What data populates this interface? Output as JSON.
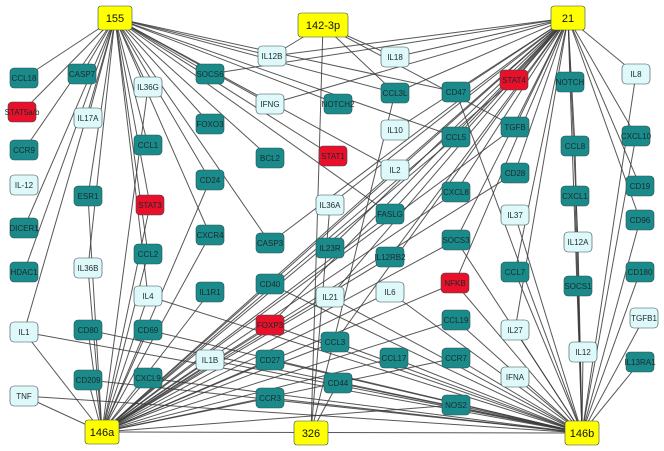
{
  "colors": {
    "hub": "#ffff00",
    "teal": "#1b8a8a",
    "light": "#dff8fa",
    "red": "#e8102a",
    "edge": "#3a3a3a"
  },
  "nodes": [
    {
      "id": "155",
      "label": "155",
      "kind": "hub"
    },
    {
      "id": "142-3p",
      "label": "142-3p",
      "kind": "hub"
    },
    {
      "id": "21",
      "label": "21",
      "kind": "hub"
    },
    {
      "id": "146a",
      "label": "146a",
      "kind": "hub"
    },
    {
      "id": "326",
      "label": "326",
      "kind": "hub"
    },
    {
      "id": "146b",
      "label": "146b",
      "kind": "hub"
    },
    {
      "id": "CCL18",
      "label": "CCL18",
      "kind": "teal"
    },
    {
      "id": "CASP7",
      "label": "CASP7",
      "kind": "teal"
    },
    {
      "id": "SOCS6",
      "label": "SOCS6",
      "kind": "teal"
    },
    {
      "id": "FOXO3",
      "label": "FOXO3",
      "kind": "teal"
    },
    {
      "id": "CCR9",
      "label": "CCR9",
      "kind": "teal"
    },
    {
      "id": "CCL1",
      "label": "CCL1",
      "kind": "teal"
    },
    {
      "id": "ESR1",
      "label": "ESR1",
      "kind": "teal"
    },
    {
      "id": "CD24",
      "label": "CD24",
      "kind": "teal"
    },
    {
      "id": "BCL2",
      "label": "BCL2",
      "kind": "teal"
    },
    {
      "id": "DICER1",
      "label": "DICER1",
      "kind": "teal"
    },
    {
      "id": "CXCR4",
      "label": "CXCR4",
      "kind": "teal"
    },
    {
      "id": "CASP3",
      "label": "CASP3",
      "kind": "teal"
    },
    {
      "id": "CCL2",
      "label": "CCL2",
      "kind": "teal"
    },
    {
      "id": "HDAC1",
      "label": "HDAC1",
      "kind": "teal"
    },
    {
      "id": "IL1R1",
      "label": "IL1R1",
      "kind": "teal"
    },
    {
      "id": "CD40",
      "label": "CD40",
      "kind": "teal"
    },
    {
      "id": "CD80",
      "label": "CD80",
      "kind": "teal"
    },
    {
      "id": "CD69",
      "label": "CD69",
      "kind": "teal"
    },
    {
      "id": "CD209",
      "label": "CD209",
      "kind": "teal"
    },
    {
      "id": "CXCL9",
      "label": "CXCL9",
      "kind": "teal"
    },
    {
      "id": "CD27",
      "label": "CD27",
      "kind": "teal"
    },
    {
      "id": "CCR3",
      "label": "CCR3",
      "kind": "teal"
    },
    {
      "id": "NOTCH2",
      "label": "NOTCH2",
      "kind": "teal"
    },
    {
      "id": "CCL3L",
      "label": "CCL3L",
      "kind": "teal"
    },
    {
      "id": "CD47",
      "label": "CD47",
      "kind": "teal"
    },
    {
      "id": "IL23R",
      "label": "IL23R",
      "kind": "teal"
    },
    {
      "id": "FASLG",
      "label": "FASLG",
      "kind": "teal"
    },
    {
      "id": "IL12RB2",
      "label": "IL12RB2",
      "kind": "teal"
    },
    {
      "id": "CCL3",
      "label": "CCL3",
      "kind": "teal"
    },
    {
      "id": "CCL17",
      "label": "CCL17",
      "kind": "teal"
    },
    {
      "id": "CD44",
      "label": "CD44",
      "kind": "teal"
    },
    {
      "id": "CCL5",
      "label": "CCL5",
      "kind": "teal"
    },
    {
      "id": "CXCL8",
      "label": "CXCL8",
      "kind": "teal"
    },
    {
      "id": "SOCS3",
      "label": "SOCS3",
      "kind": "teal"
    },
    {
      "id": "CCL19",
      "label": "CCL19",
      "kind": "teal"
    },
    {
      "id": "CCR7",
      "label": "CCR7",
      "kind": "teal"
    },
    {
      "id": "NOS2",
      "label": "NOS2",
      "kind": "teal"
    },
    {
      "id": "NOTCH",
      "label": "NOTCH",
      "kind": "teal"
    },
    {
      "id": "TGFB",
      "label": "TGFB",
      "kind": "teal"
    },
    {
      "id": "CD28",
      "label": "CD28",
      "kind": "teal"
    },
    {
      "id": "CCL7",
      "label": "CCL7",
      "kind": "teal"
    },
    {
      "id": "CCL8",
      "label": "CCL8",
      "kind": "teal"
    },
    {
      "id": "CXCL1",
      "label": "CXCL1",
      "kind": "teal"
    },
    {
      "id": "SOCS1",
      "label": "SOCS1",
      "kind": "teal"
    },
    {
      "id": "CXCL10",
      "label": "CXCL10",
      "kind": "teal"
    },
    {
      "id": "CD19",
      "label": "CD19",
      "kind": "teal"
    },
    {
      "id": "CD96",
      "label": "CD96",
      "kind": "teal"
    },
    {
      "id": "CD180",
      "label": "CD180",
      "kind": "teal"
    },
    {
      "id": "IL13RA1",
      "label": "IL13RA1",
      "kind": "teal"
    },
    {
      "id": "IL36G",
      "label": "IL36G",
      "kind": "light"
    },
    {
      "id": "IL17A",
      "label": "IL17A",
      "kind": "light"
    },
    {
      "id": "IL-12",
      "label": "IL-12",
      "kind": "light"
    },
    {
      "id": "IL12B",
      "label": "IL12B",
      "kind": "light"
    },
    {
      "id": "IFNG",
      "label": "IFNG",
      "kind": "light"
    },
    {
      "id": "IL36B",
      "label": "IL36B",
      "kind": "light"
    },
    {
      "id": "IL4",
      "label": "IL4",
      "kind": "light"
    },
    {
      "id": "IL1",
      "label": "IL1",
      "kind": "light"
    },
    {
      "id": "TNF",
      "label": "TNF",
      "kind": "light"
    },
    {
      "id": "IL1B",
      "label": "IL1B",
      "kind": "light"
    },
    {
      "id": "IL18",
      "label": "IL18",
      "kind": "light"
    },
    {
      "id": "IL10",
      "label": "IL10",
      "kind": "light"
    },
    {
      "id": "IL2",
      "label": "IL2",
      "kind": "light"
    },
    {
      "id": "IL36A",
      "label": "IL36A",
      "kind": "light"
    },
    {
      "id": "IL21",
      "label": "IL21",
      "kind": "light"
    },
    {
      "id": "IL6",
      "label": "IL6",
      "kind": "light"
    },
    {
      "id": "IL37",
      "label": "IL37",
      "kind": "light"
    },
    {
      "id": "IL12A",
      "label": "IL12A",
      "kind": "light"
    },
    {
      "id": "IL27",
      "label": "IL27",
      "kind": "light"
    },
    {
      "id": "IFNA",
      "label": "IFNA",
      "kind": "light"
    },
    {
      "id": "IL12",
      "label": "IL12",
      "kind": "light"
    },
    {
      "id": "IL8",
      "label": "IL8",
      "kind": "light"
    },
    {
      "id": "TGFB1",
      "label": "TGFB1",
      "kind": "light"
    },
    {
      "id": "STAT5ab",
      "label": "STAT5a/b",
      "kind": "red"
    },
    {
      "id": "STAT3",
      "label": "STAT3",
      "kind": "red"
    },
    {
      "id": "STAT1",
      "label": "STAT1",
      "kind": "red"
    },
    {
      "id": "STAT4",
      "label": "STAT4",
      "kind": "red"
    },
    {
      "id": "NFKB",
      "label": "NFKB",
      "kind": "red"
    },
    {
      "id": "FOXP3",
      "label": "FOXP3",
      "kind": "red"
    }
  ],
  "edges": [
    [
      "155",
      "CCL18"
    ],
    [
      "155",
      "CASP7"
    ],
    [
      "155",
      "SOCS6"
    ],
    [
      "155",
      "FOXO3"
    ],
    [
      "155",
      "IL36G"
    ],
    [
      "155",
      "IL12B"
    ],
    [
      "155",
      "IFNG"
    ],
    [
      "155",
      "NOTCH2"
    ],
    [
      "155",
      "CCL3L"
    ],
    [
      "155",
      "STAT1"
    ],
    [
      "155",
      "CCL1"
    ],
    [
      "155",
      "STAT3"
    ],
    [
      "155",
      "CD24"
    ],
    [
      "155",
      "ESR1"
    ],
    [
      "155",
      "CCR9"
    ],
    [
      "155",
      "STAT5ab"
    ],
    [
      "155",
      "IL17A"
    ],
    [
      "155",
      "DICER1"
    ],
    [
      "155",
      "CXCR4"
    ],
    [
      "155",
      "BCL2"
    ],
    [
      "155",
      "IL2"
    ],
    [
      "155",
      "CCL5"
    ],
    [
      "155",
      "IL1"
    ],
    [
      "155",
      "CCL2"
    ],
    [
      "155",
      "CASP3"
    ],
    [
      "155",
      "HDAC1"
    ],
    [
      "155",
      "IL36B"
    ],
    [
      "155",
      "IL4"
    ],
    [
      "155",
      "CD47"
    ],
    [
      "155",
      "FASLG"
    ],
    [
      "142-3p",
      "326"
    ],
    [
      "142-3p",
      "IL12B"
    ],
    [
      "142-3p",
      "IL18"
    ],
    [
      "142-3p",
      "CCL3L"
    ],
    [
      "142-3p",
      "TGFB"
    ],
    [
      "21",
      "IL18"
    ],
    [
      "21",
      "CCL3L"
    ],
    [
      "21",
      "CD47"
    ],
    [
      "21",
      "STAT4"
    ],
    [
      "21",
      "NOTCH"
    ],
    [
      "21",
      "IL8"
    ],
    [
      "21",
      "CXCL10"
    ],
    [
      "21",
      "TGFB"
    ],
    [
      "21",
      "CD28"
    ],
    [
      "21",
      "CCL8"
    ],
    [
      "21",
      "CCL5"
    ],
    [
      "21",
      "IL10"
    ],
    [
      "21",
      "IL2"
    ],
    [
      "21",
      "CXCL8"
    ],
    [
      "21",
      "FASLG"
    ],
    [
      "21",
      "SOCS3"
    ],
    [
      "21",
      "IL12RB2"
    ],
    [
      "21",
      "IL36A"
    ],
    [
      "21",
      "IL23R"
    ],
    [
      "21",
      "CD40"
    ],
    [
      "21",
      "IL21"
    ],
    [
      "21",
      "CCL7"
    ],
    [
      "21",
      "NFKB"
    ],
    [
      "21",
      "CCL3"
    ],
    [
      "21",
      "FOXP3"
    ],
    [
      "21",
      "IL12A"
    ],
    [
      "21",
      "CD19"
    ],
    [
      "21",
      "CD96"
    ],
    [
      "21",
      "IL27"
    ],
    [
      "21",
      "CASP3"
    ],
    [
      "21",
      "SOCS6"
    ],
    [
      "21",
      "IL12B"
    ],
    [
      "21",
      "IFNG"
    ],
    [
      "146a",
      "TNF"
    ],
    [
      "146a",
      "IL1"
    ],
    [
      "146a",
      "CD209"
    ],
    [
      "146a",
      "CD80"
    ],
    [
      "146a",
      "CD69"
    ],
    [
      "146a",
      "CXCL9"
    ],
    [
      "146a",
      "IL4"
    ],
    [
      "146a",
      "IL1B"
    ],
    [
      "146a",
      "CD27"
    ],
    [
      "146a",
      "CCR3"
    ],
    [
      "146a",
      "IL1R1"
    ],
    [
      "146a",
      "CCL2"
    ],
    [
      "146a",
      "CXCR4"
    ],
    [
      "146a",
      "ESR1"
    ],
    [
      "146a",
      "IL36B"
    ],
    [
      "146a",
      "CD40"
    ],
    [
      "146a",
      "FOXP3"
    ],
    [
      "146a",
      "IL21"
    ],
    [
      "146a",
      "CCL3"
    ],
    [
      "146a",
      "IL6"
    ],
    [
      "146a",
      "NFKB"
    ],
    [
      "146a",
      "SOCS3"
    ],
    [
      "146a",
      "CXCL8"
    ],
    [
      "146a",
      "CCL5"
    ],
    [
      "146a",
      "CD28"
    ],
    [
      "146a",
      "TGFB"
    ],
    [
      "146a",
      "STAT4"
    ],
    [
      "146a",
      "IL2"
    ],
    [
      "146a",
      "FASLG"
    ],
    [
      "146a",
      "IL12RB2"
    ],
    [
      "146a",
      "CCL17"
    ],
    [
      "146a",
      "CCL19"
    ],
    [
      "146a",
      "CCR7"
    ],
    [
      "146a",
      "NOS2"
    ],
    [
      "146a",
      "146b"
    ],
    [
      "146a",
      "STAT3"
    ],
    [
      "146a",
      "IL36G"
    ],
    [
      "146a",
      "CD24"
    ],
    [
      "326",
      "IL36A"
    ],
    [
      "326",
      "CD44"
    ],
    [
      "326",
      "CCL3L"
    ],
    [
      "146b",
      "IL13RA1"
    ],
    [
      "146b",
      "TGFB1"
    ],
    [
      "146b",
      "IL12"
    ],
    [
      "146b",
      "SOCS1"
    ],
    [
      "146b",
      "CD180"
    ],
    [
      "146b",
      "IFNA"
    ],
    [
      "146b",
      "IL27"
    ],
    [
      "146b",
      "CCR7"
    ],
    [
      "146b",
      "CCL19"
    ],
    [
      "146b",
      "NOS2"
    ],
    [
      "146b",
      "CCL17"
    ],
    [
      "146b",
      "CD44"
    ],
    [
      "146b",
      "CCL3"
    ],
    [
      "146b",
      "CD27"
    ],
    [
      "146b",
      "FOXP3"
    ],
    [
      "146b",
      "CD40"
    ],
    [
      "146b",
      "IL1B"
    ],
    [
      "146b",
      "CCR3"
    ],
    [
      "146b",
      "CD69"
    ],
    [
      "146b",
      "CXCL9"
    ],
    [
      "146b",
      "IL4"
    ],
    [
      "146b",
      "CCL7"
    ],
    [
      "146b",
      "NFKB"
    ],
    [
      "146b",
      "CXCL1"
    ],
    [
      "146b",
      "CCL8"
    ],
    [
      "146b",
      "CXCL10"
    ],
    [
      "146b",
      "NOTCH"
    ],
    [
      "146b",
      "IL8"
    ],
    [
      "146b",
      "IL6"
    ],
    [
      "146b",
      "TNF"
    ],
    [
      "146b",
      "CD80"
    ],
    [
      "146b",
      "CD209"
    ],
    [
      "146b",
      "IL1"
    ],
    [
      "146b",
      "CD47"
    ],
    [
      "146b",
      "IL21"
    ],
    [
      "146b",
      "SOCS3"
    ],
    [
      "146b",
      "IL12A"
    ],
    [
      "146b",
      "IL37"
    ],
    [
      "146b",
      "CD96"
    ]
  ]
}
